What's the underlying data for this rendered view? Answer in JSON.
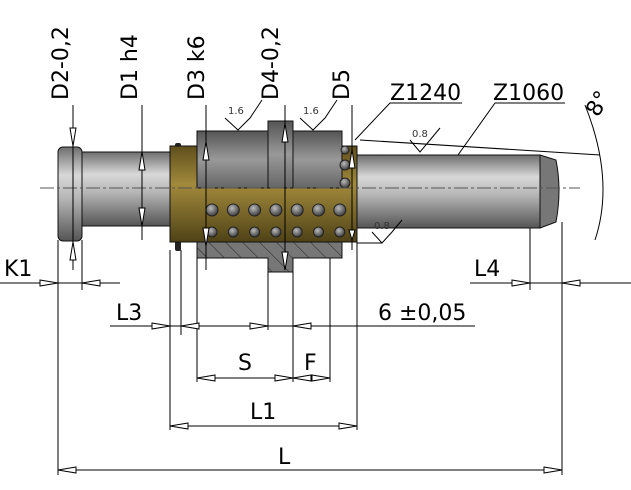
{
  "labels": {
    "d2": "D2-0,2",
    "d1": "D1 h4",
    "d3": "D3 k6",
    "d4": "D4-0,2",
    "d5": "D5",
    "z1240": "Z1240",
    "z1060": "Z1060",
    "angle": "8°",
    "k1": "K1",
    "l4": "L4",
    "l3": "L3",
    "tol": "6 ±0,05",
    "s": "S",
    "f": "F",
    "l1": "L1",
    "l": "L"
  },
  "roughness": {
    "r1": "1.6",
    "r2": "1.6",
    "r3": "0.8",
    "r4": "0.8"
  },
  "colors": {
    "bushing": "#8a7430",
    "steel": "#9a9a9a"
  }
}
